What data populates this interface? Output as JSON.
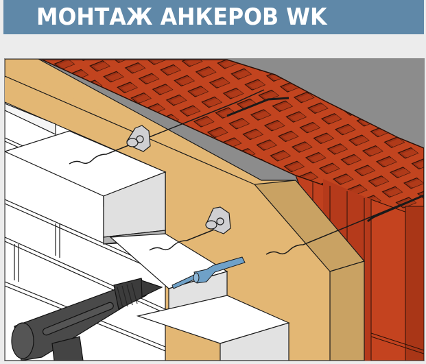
{
  "header": {
    "title": "МОНТАЖ АНКЕРОВ WK",
    "background_color": "#5f88a8",
    "text_color": "#ffffff"
  },
  "illustration": {
    "description": "Installation of WK anchors: cross-section of a three-layer wall — facing white brick, thermal insulation layer, hollow ceramic block — with wire ties, retaining washers and a chemical anchor injection gun",
    "elements": [
      {
        "name": "hollow-ceramic-block",
        "color": "#c0401e"
      },
      {
        "name": "thermal-insulation",
        "color": "#e3b774"
      },
      {
        "name": "facing-brick",
        "color": "#ffffff"
      },
      {
        "name": "retaining-washer",
        "color": "#cfcfd2"
      },
      {
        "name": "anchor-rod",
        "color": "#6fa1c8"
      },
      {
        "name": "injection-gun",
        "color": "#4a4a4a"
      },
      {
        "name": "background-wall",
        "color": "#8c8c8c"
      }
    ]
  }
}
